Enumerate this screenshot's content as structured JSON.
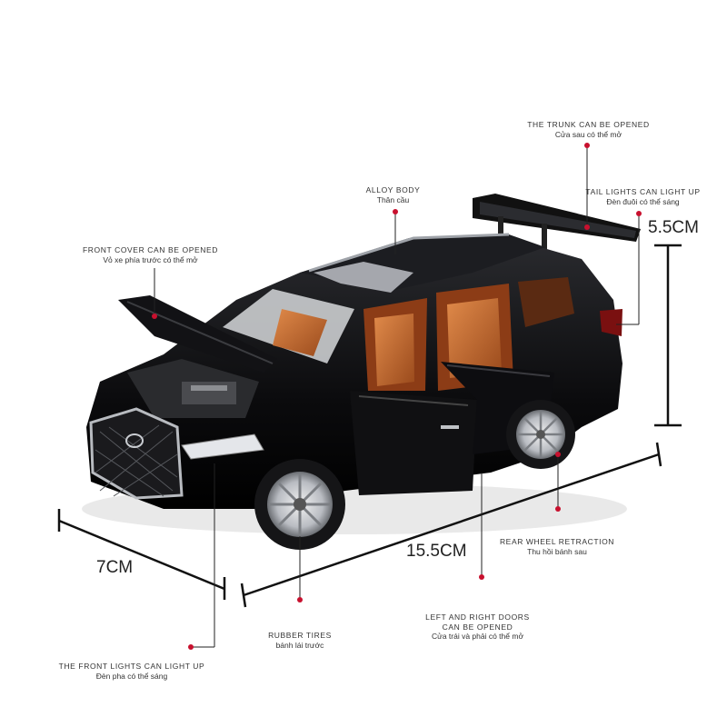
{
  "callouts": {
    "trunk": {
      "en": "THE TRUNK CAN BE OPENED",
      "vi": "Cửa sau có thể mở"
    },
    "alloy_body": {
      "en": "ALLOY BODY",
      "vi": "Thân cầu"
    },
    "tail_lights": {
      "en": "TAIL LIGHTS CAN LIGHT UP",
      "vi": "Đèn đuôi có thể sáng"
    },
    "front_cover": {
      "en": "FRONT COVER CAN BE OPENED",
      "vi": "Vỏ xe phía trước có thể mở"
    },
    "rear_wheel": {
      "en": "REAR WHEEL RETRACTION",
      "vi": "Thu hồi bánh sau"
    },
    "doors": {
      "en": "LEFT AND RIGHT DOORS",
      "en2": "CAN BE OPENED",
      "vi": "Cửa trái và phải có thể mở"
    },
    "rubber_tires": {
      "en": "RUBBER TIRES",
      "vi": "bánh lái trước"
    },
    "front_lights": {
      "en": "THE FRONT LIGHTS CAN LIGHT UP",
      "vi": "Đèn pha có thể sáng"
    }
  },
  "dimensions": {
    "height": "5.5CM",
    "length": "15.5CM",
    "width": "7CM"
  },
  "colors": {
    "body": "#0b0b0d",
    "interior": "#c0622c",
    "accent_dot": "#c8102e",
    "chrome": "#c9ccd1"
  }
}
